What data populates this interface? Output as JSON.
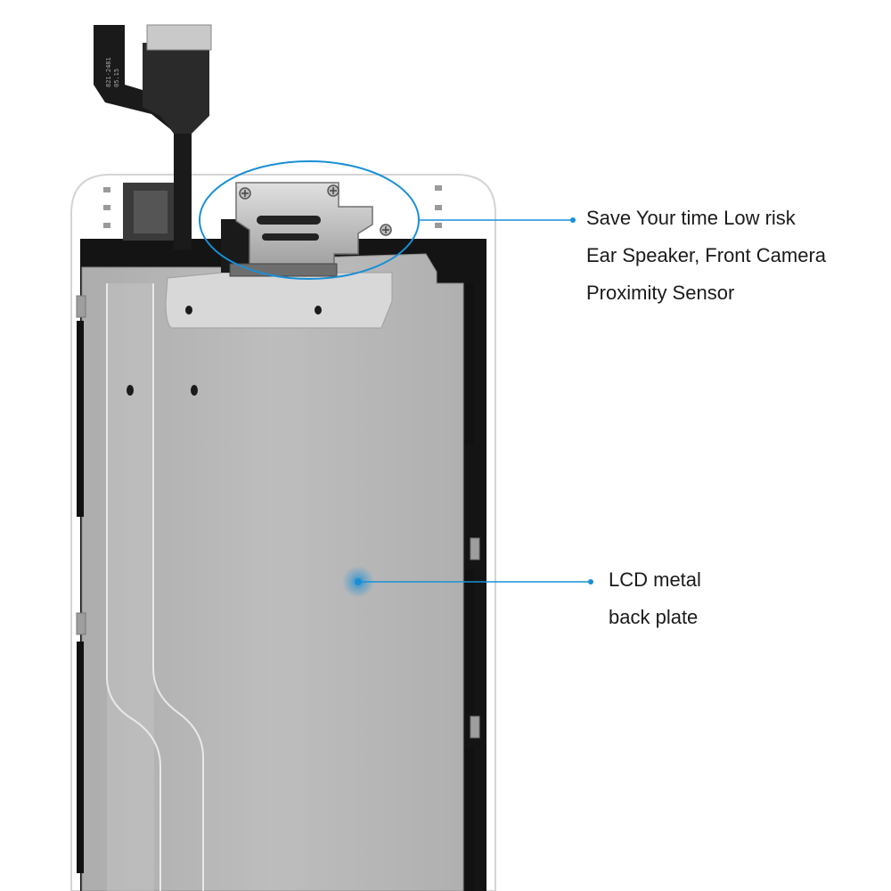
{
  "callouts": {
    "front_camera_module": {
      "lines": [
        "Save Your time Low risk",
        "Ear Speaker, Front Camera",
        "Proximity Sensor"
      ]
    },
    "lcd_plate": {
      "lines": [
        "LCD metal",
        "back plate"
      ]
    }
  },
  "flex_cable": {
    "label_lines": [
      "821-2481",
      "05.15"
    ]
  },
  "colors": {
    "accent": "#1a8fd6",
    "frame": "#ffffff",
    "plate": "#b9b9b9",
    "bezel": "#111111"
  }
}
